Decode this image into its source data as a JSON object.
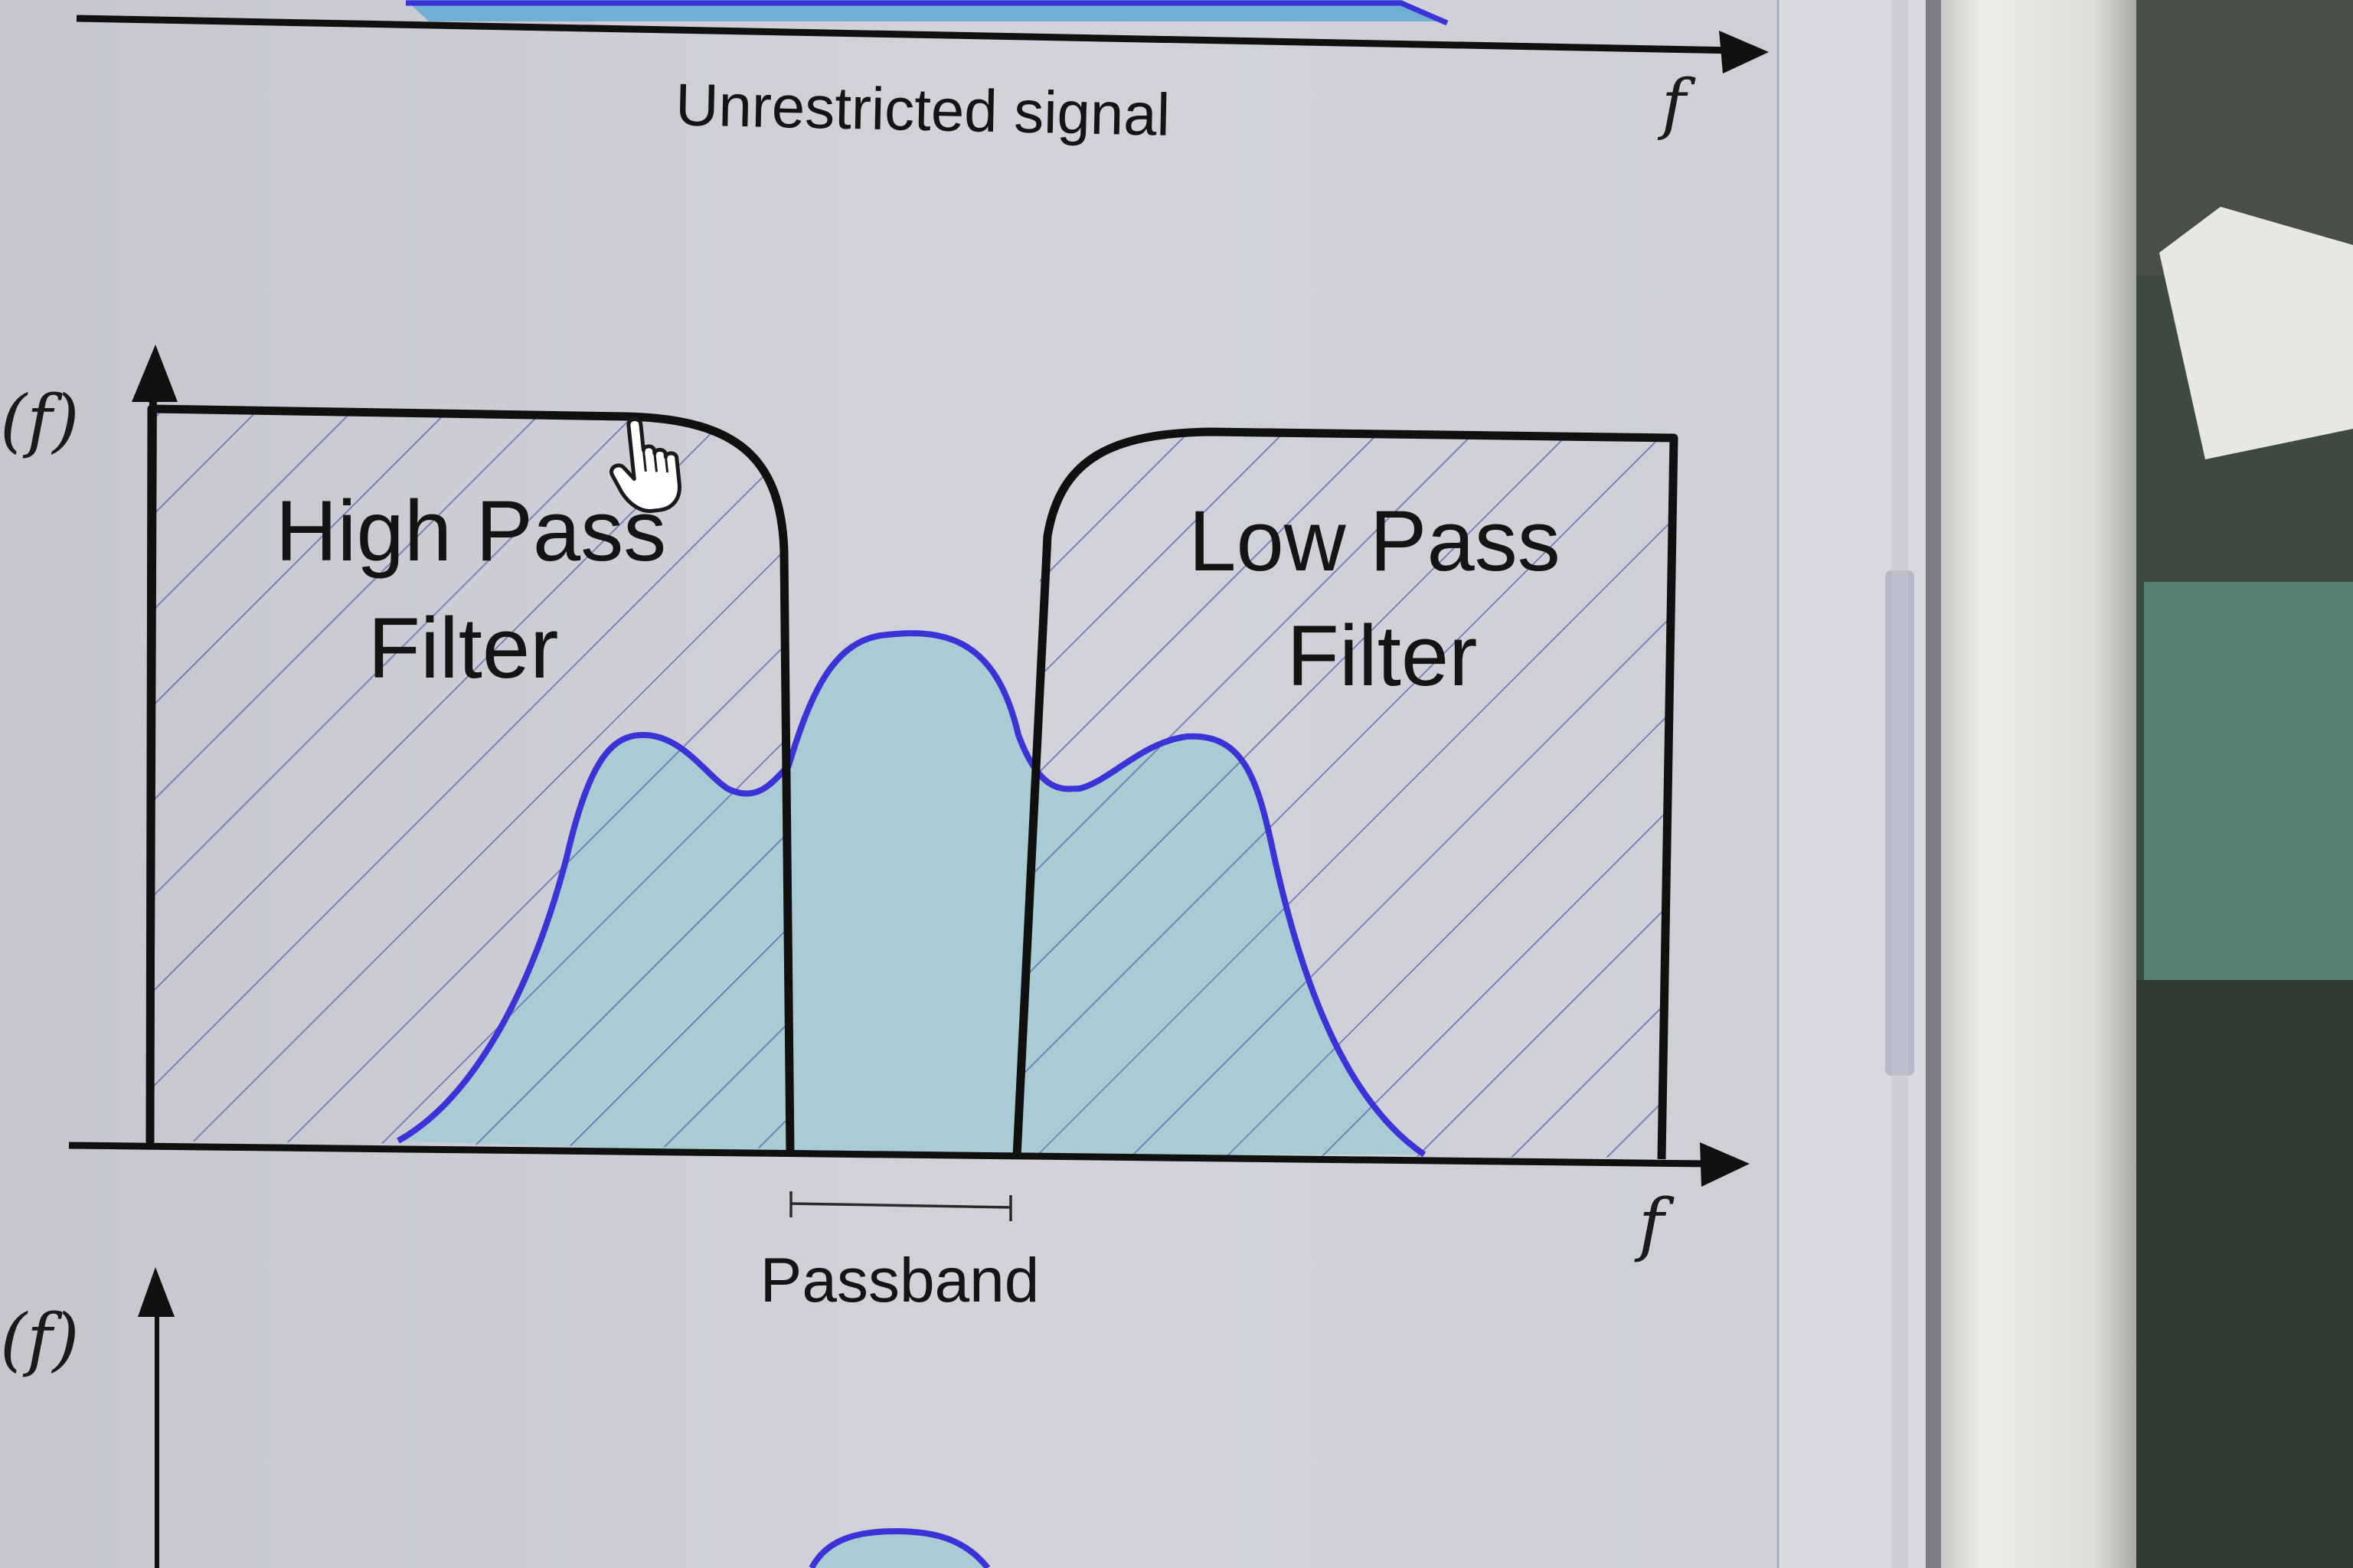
{
  "top_panel": {
    "caption": "Unrestricted signal",
    "axis_var": "f"
  },
  "middle_panel": {
    "y_label": "(f)",
    "high_pass_label_line1": "High Pass",
    "high_pass_label_line2": "Filter",
    "low_pass_label_line1": "Low Pass",
    "low_pass_label_line2": "Filter",
    "passband_label": "Passband",
    "axis_var": "f"
  },
  "bottom_panel": {
    "y_label": "(f)"
  },
  "colors": {
    "screen_bg": "#cfd0d8",
    "signal_fill": "#a9cbd3",
    "signal_stroke": "#3b33d8",
    "hatch": "#6f78b4",
    "axis": "#101010",
    "bezel": "#e6e7e2",
    "desk": "#3d4a40"
  },
  "icons": {
    "cursor": "hand-pointer-icon"
  }
}
